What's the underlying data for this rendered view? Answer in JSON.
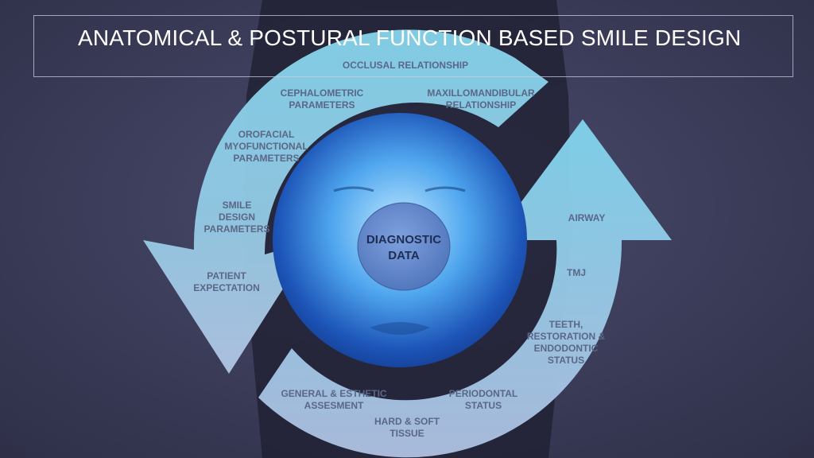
{
  "slide": {
    "title": "ANATOMICAL & POSTURAL FUNCTION BASED SMILE DESIGN"
  },
  "diagram": {
    "center": "DIAGNOSTIC\nDATA",
    "outer_arrow_labels": {
      "occlusal": "OCCLUSAL RELATIONSHIP",
      "cephalometric": "CEPHALOMETRIC\nPARAMETERS",
      "maxillomandibular": "MAXILLOMANDIBULAR\nRELATIONSHIP",
      "orofacial": "OROFACIAL\nMYOFUNCTIONAL\nPARAMETERS",
      "smile_design": "SMILE\nDESIGN\nPARAMETERS",
      "patient_expectation": "PATIENT\nEXPECTATION"
    },
    "inner_arrow_labels": {
      "airway": "AIRWAY",
      "tmj": "TMJ",
      "teeth": "TEETH,\nRESTORATION &\nENDODONTIC\nSTATUS",
      "periodontal": "PERIODONTAL\nSTATUS",
      "hard_soft": "HARD & SOFT\nTISSUE",
      "general": "GENERAL & ESTHETIC\nASSESMENT"
    },
    "colors": {
      "arrow_top": "#7fd0e8",
      "arrow_bottom": "#a6c2e0",
      "label_text": "#5b6786",
      "center_fill": "#5f86cc",
      "center_text": "#1f2d52"
    }
  }
}
